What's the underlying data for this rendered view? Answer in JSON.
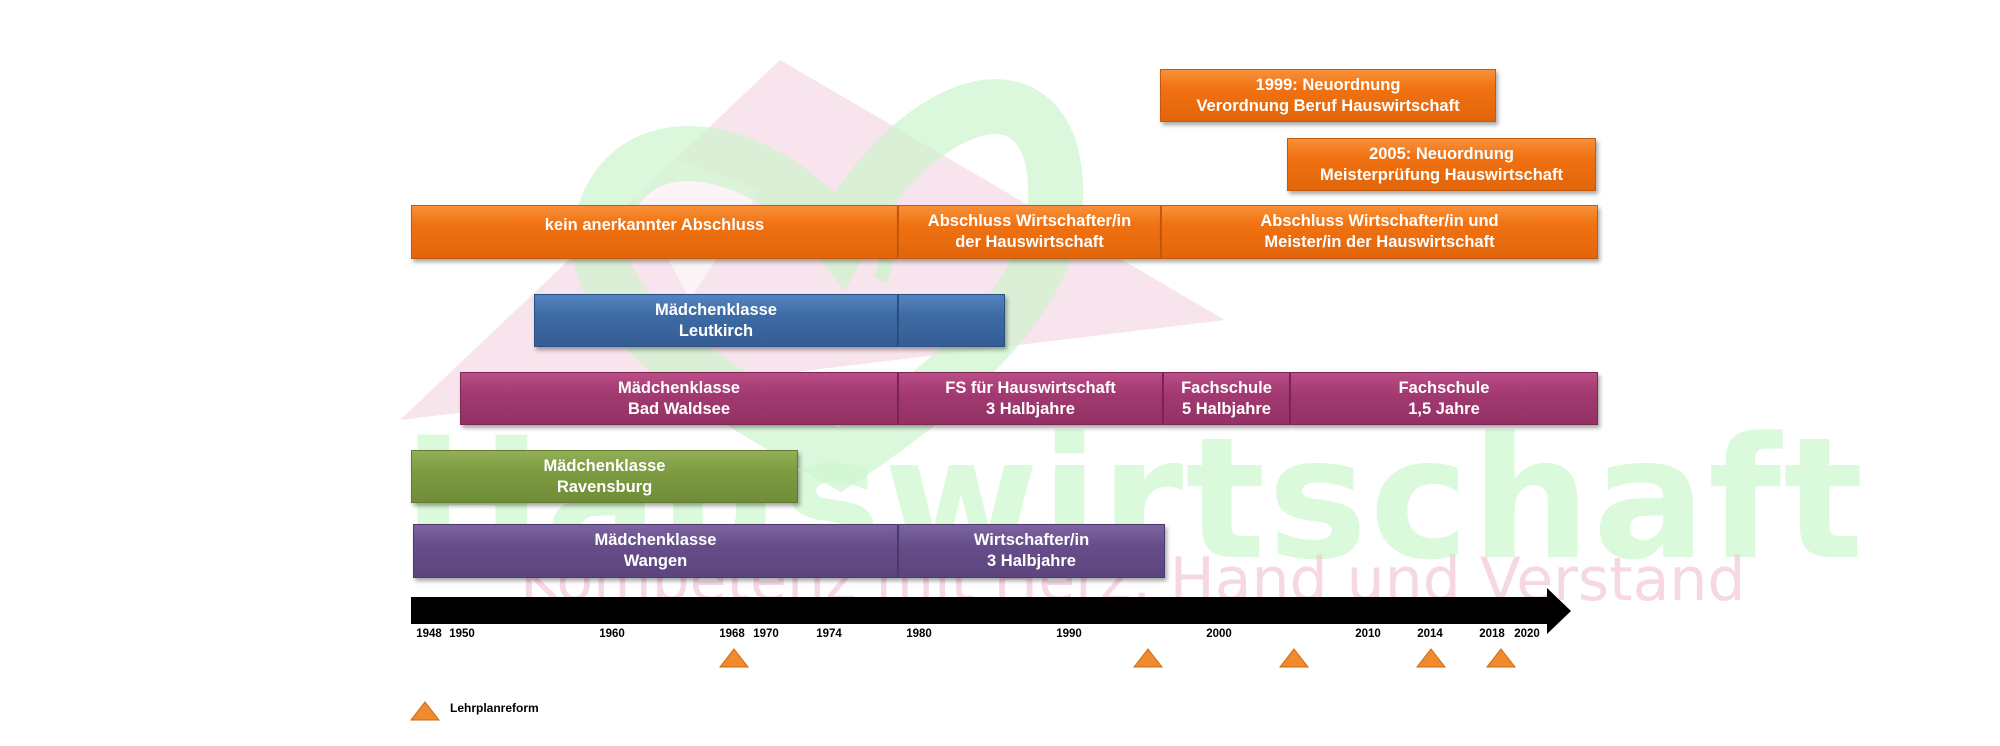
{
  "watermark": {
    "word": "Hauswirtschaft",
    "tagline": "Kompetenz mit Herz, Hand und Verstand"
  },
  "colors": {
    "orange": "#f07212",
    "blue": "#3e6ba5",
    "magenta": "#a33a72",
    "green": "#7d9b40",
    "purple": "#674e8a",
    "axis": "#000000",
    "marker": "#f08a2c"
  },
  "bars": [
    {
      "id": "neuordnung-1999",
      "label": "1999: Neuordnung\nVerordnung  Beruf Hauswirtschaft",
      "color": "orange"
    },
    {
      "id": "neuordnung-2005",
      "label": "2005: Neuordnung\nMeisterprüfung  Hauswirtschaft",
      "color": "orange"
    },
    {
      "id": "kein-abschluss",
      "label": "kein  anerkannter  Abschluss",
      "color": "orange"
    },
    {
      "id": "abschluss-wirtschafter",
      "label": "Abschluss  Wirtschafter/in\nder Hauswirtschaft",
      "color": "orange"
    },
    {
      "id": "abschluss-meister",
      "label": "Abschluss  Wirtschafter/in  und\nMeister/in  der Hauswirtschaft",
      "color": "orange"
    },
    {
      "id": "leutkirch",
      "label": "Mädchenklasse\nLeutkirch",
      "color": "blue"
    },
    {
      "id": "leutkirch-cont",
      "label": "",
      "color": "blue"
    },
    {
      "id": "bad-waldsee",
      "label": "Mädchenklasse\nBad Waldsee",
      "color": "magenta"
    },
    {
      "id": "fs-hauswirtschaft",
      "label": "FS für Hauswirtschaft\n3 Halbjahre",
      "color": "magenta"
    },
    {
      "id": "fachschule-5",
      "label": "Fachschule\n5 Halbjahre",
      "color": "magenta"
    },
    {
      "id": "fachschule-15",
      "label": "Fachschule\n1,5 Jahre",
      "color": "magenta"
    },
    {
      "id": "ravensburg",
      "label": "Mädchenklasse\nRavensburg",
      "color": "green"
    },
    {
      "id": "wangen",
      "label": "Mädchenklasse\nWangen",
      "color": "purple"
    },
    {
      "id": "wirtschafter-3hj",
      "label": "Wirtschafter/in\n3 Halbjahre",
      "color": "purple"
    }
  ],
  "axis_ticks": [
    "1948",
    "1950",
    "1960",
    "1968",
    "1970",
    "1974",
    "1980",
    "1990",
    "2000",
    "2010",
    "2014",
    "2018",
    "2020"
  ],
  "markers": [
    "1968",
    "1994",
    "2004",
    "2014",
    "2018"
  ],
  "legend": {
    "label": "Lehrplanreform"
  }
}
